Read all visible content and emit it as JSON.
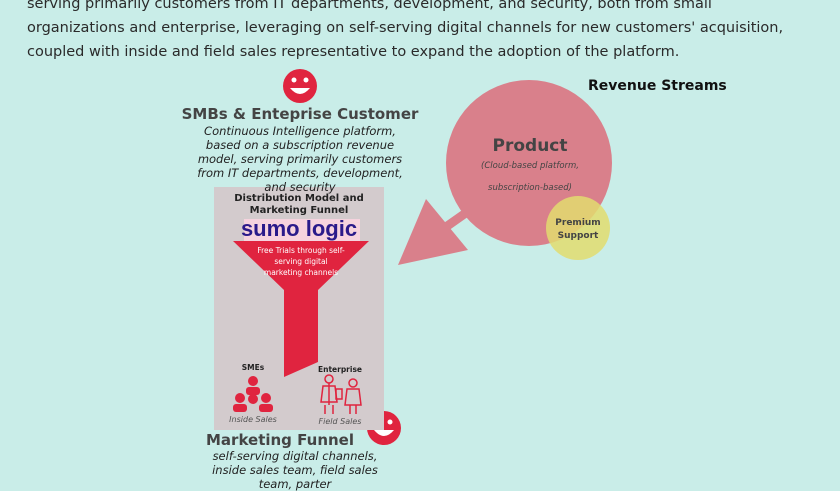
{
  "intro": [
    "serving primarily customers from IT departments, development, and security, both from small",
    "organizations and enterprise, leveraging on self-serving digital channels for new customers' acquisition,",
    "coupled with inside and field sales representative to expand the adoption of the platform."
  ],
  "customer": {
    "title": "SMBs & Enteprise Customer",
    "desc": "Continuous Intelligence platform, based on a subscription revenue model, serving primarily customers from IT departments, development, and security"
  },
  "funnel_box": {
    "title": "Distribution Model and Marketing Funnel",
    "logo": "sumo logic",
    "funnel_text": "Free Trials through self-serving digital marketing channels",
    "smes": "SMEs",
    "inside_sales": "Inside Sales",
    "enterprise": "Enterprise",
    "field_sales": "Field Sales"
  },
  "marketing": {
    "title": "Marketing Funnel",
    "desc": "self-serving digital channels, inside sales team, field sales team, parter"
  },
  "revenue": {
    "title": "Revenue Streams",
    "product": "Product",
    "product_desc1": "(Cloud-based platform,",
    "product_desc2": "subscription-based)",
    "premium": "Premium Support"
  },
  "colors": {
    "bg": "#c9ede8",
    "red": "#e0243f",
    "pink": "#d9808b",
    "yellow": "#e2dc6e"
  }
}
